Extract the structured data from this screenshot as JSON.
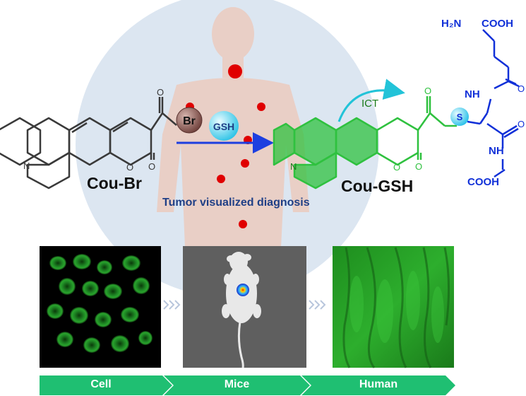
{
  "labels": {
    "cou_br": "Cou-Br",
    "cou_gsh": "Cou-GSH",
    "gsh": "GSH",
    "br": "Br",
    "s": "S",
    "ict": "ICT",
    "tumor": "Tumor visualized diagnosis"
  },
  "atoms": {
    "n": "N",
    "o": "O",
    "h2n": "H₂N",
    "cooh": "COOH",
    "nh": "NH"
  },
  "stages": [
    "Cell",
    "Mice",
    "Human"
  ],
  "colors": {
    "background_circle": "#dce6f1",
    "body": "#e9cfc6",
    "tumor_dot": "#e00000",
    "molecule_gray": "#3a3a3a",
    "molecule_green": "#2fc13f",
    "molecule_blue": "#1030d8",
    "arrow": "#1d3fe0",
    "ict_arrow": "#22c3d8",
    "br_ball": "#8c5a55",
    "gsh_ball": "#5fd7ee",
    "stage_arrow": "#1fbf72"
  }
}
